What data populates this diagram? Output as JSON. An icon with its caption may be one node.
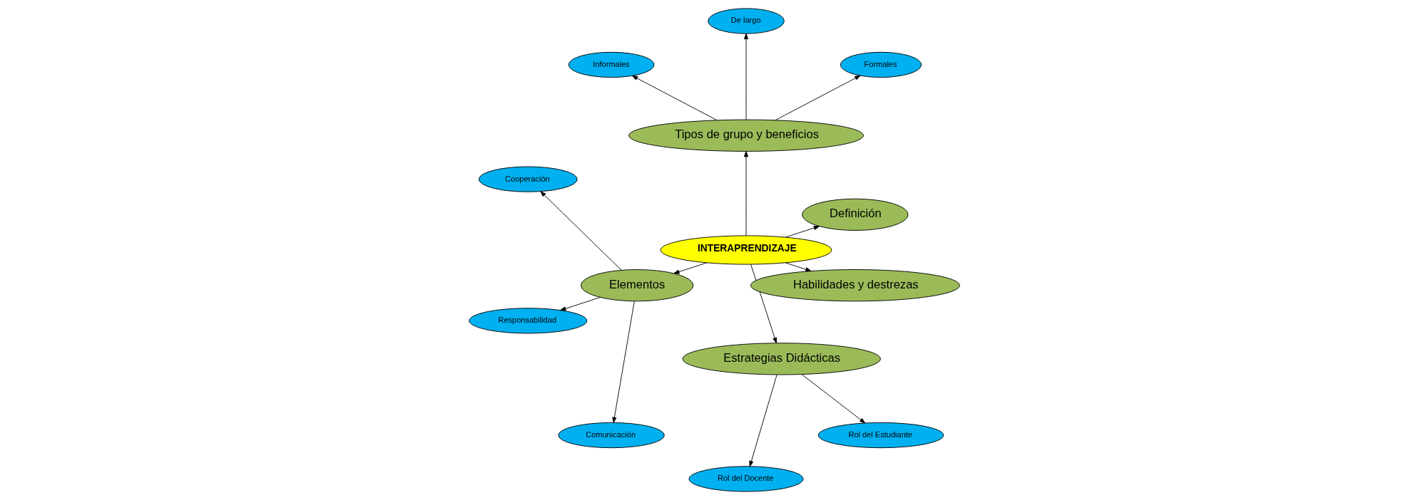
{
  "diagram": {
    "nodes": [
      {
        "text": [
          "INTERAPRENDIZAJE"
        ]
      },
      {
        "text": [
          "Definición"
        ]
      },
      {
        "text": [
          "Tipos de grupo y beneficios"
        ]
      },
      {
        "text": [
          "Elementos"
        ]
      },
      {
        "text": [
          "Estrategias Didácticas"
        ]
      },
      {
        "text": [
          "Habilidades y destrezas"
        ]
      },
      {
        "text": [
          "Formales"
        ]
      },
      {
        "text": [
          "De largo"
        ]
      },
      {
        "text": [
          "Informales"
        ]
      },
      {
        "text": [
          "Cooperación"
        ]
      },
      {
        "text": [
          "Responsabilidad"
        ]
      },
      {
        "text": [
          "Comunicación"
        ]
      },
      {
        "text": [
          "Rol del Docente"
        ]
      },
      {
        "text": [
          "Rol del Estudiante"
        ]
      }
    ],
    "edges": [
      {
        "from": 0,
        "to": 1,
        "arrow": "to"
      },
      {
        "from": 0,
        "to": 2,
        "arrow": "to"
      },
      {
        "from": 0,
        "to": 3,
        "arrow": "to"
      },
      {
        "from": 0,
        "to": 4,
        "arrow": "to"
      },
      {
        "from": 0,
        "to": 5,
        "arrow": "to"
      },
      {
        "from": 2,
        "to": 6,
        "arrow": "to"
      },
      {
        "from": 2,
        "to": 7,
        "arrow": "to"
      },
      {
        "from": 2,
        "to": 8,
        "arrow": "to"
      },
      {
        "from": 3,
        "to": 9,
        "arrow": "to"
      },
      {
        "from": 3,
        "to": 10,
        "arrow": "to"
      },
      {
        "from": 3,
        "to": 11,
        "arrow": "to"
      },
      {
        "from": 4,
        "to": 12,
        "arrow": "to"
      },
      {
        "from": 4,
        "to": 13,
        "arrow": "to"
      }
    ]
  }
}
